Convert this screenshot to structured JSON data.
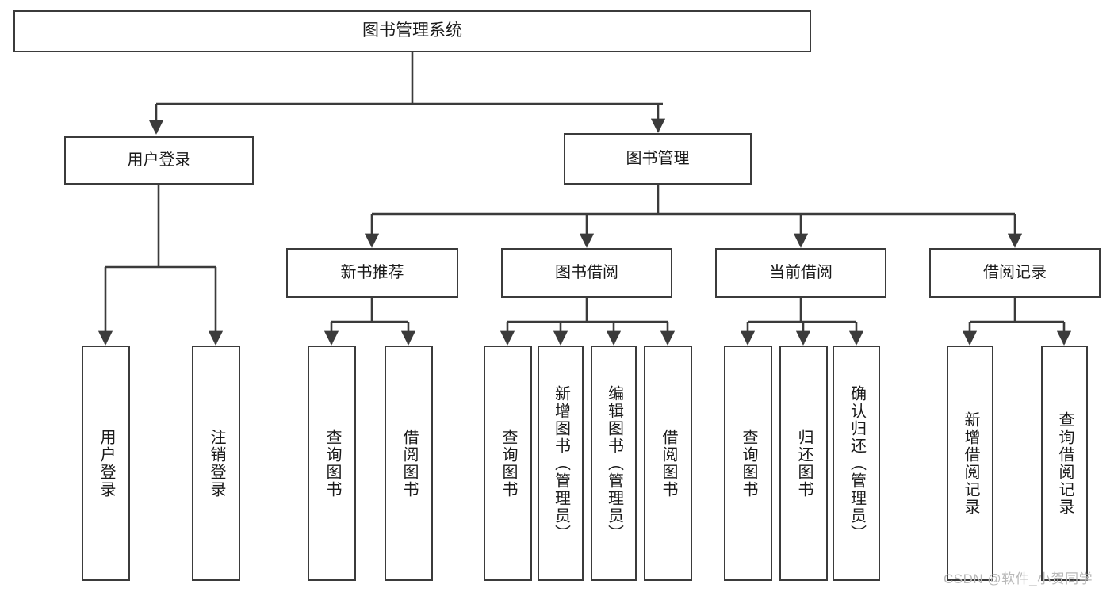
{
  "diagram": {
    "title": "图书管理系统",
    "type": "tree",
    "watermark": "CSDN @软件_小贺同学",
    "line_color": "#3b3b3b",
    "box_fill": "#ffffff",
    "text_color": "#1a1a1a",
    "watermark_color": "#b9b9b9"
  },
  "nodes": {
    "root": {
      "label": "图书管理系统"
    },
    "level2": [
      {
        "id": "user-login",
        "label": "用户登录"
      },
      {
        "id": "book-manage",
        "label": "图书管理"
      }
    ],
    "level3": [
      {
        "id": "new-book-recommend",
        "label": "新书推荐"
      },
      {
        "id": "book-borrow",
        "label": "图书借阅"
      },
      {
        "id": "current-borrow",
        "label": "当前借阅"
      },
      {
        "id": "borrow-record",
        "label": "借阅记录"
      }
    ],
    "leaves": [
      {
        "id": "leaf-user-login",
        "label": "用户登录",
        "parent": "user-login"
      },
      {
        "id": "leaf-logout",
        "label": "注销登录",
        "parent": "user-login"
      },
      {
        "id": "leaf-query-book-1",
        "label": "查询图书",
        "parent": "new-book-recommend"
      },
      {
        "id": "leaf-borrow-book-1",
        "label": "借阅图书",
        "parent": "new-book-recommend"
      },
      {
        "id": "leaf-query-book-2",
        "label": "查询图书",
        "parent": "book-borrow"
      },
      {
        "id": "leaf-add-book",
        "label": "新增图书（管理员）",
        "parent": "book-borrow"
      },
      {
        "id": "leaf-edit-book",
        "label": "编辑图书（管理员）",
        "parent": "book-borrow"
      },
      {
        "id": "leaf-borrow-book-2",
        "label": "借阅图书",
        "parent": "book-borrow"
      },
      {
        "id": "leaf-query-book-3",
        "label": "查询图书",
        "parent": "current-borrow"
      },
      {
        "id": "leaf-return-book",
        "label": "归还图书",
        "parent": "current-borrow"
      },
      {
        "id": "leaf-confirm-return",
        "label": "确认归还（管理员）",
        "parent": "current-borrow"
      },
      {
        "id": "leaf-add-record",
        "label": "新增借阅记录",
        "parent": "borrow-record"
      },
      {
        "id": "leaf-query-record",
        "label": "查询借阅记录",
        "parent": "borrow-record"
      }
    ]
  }
}
